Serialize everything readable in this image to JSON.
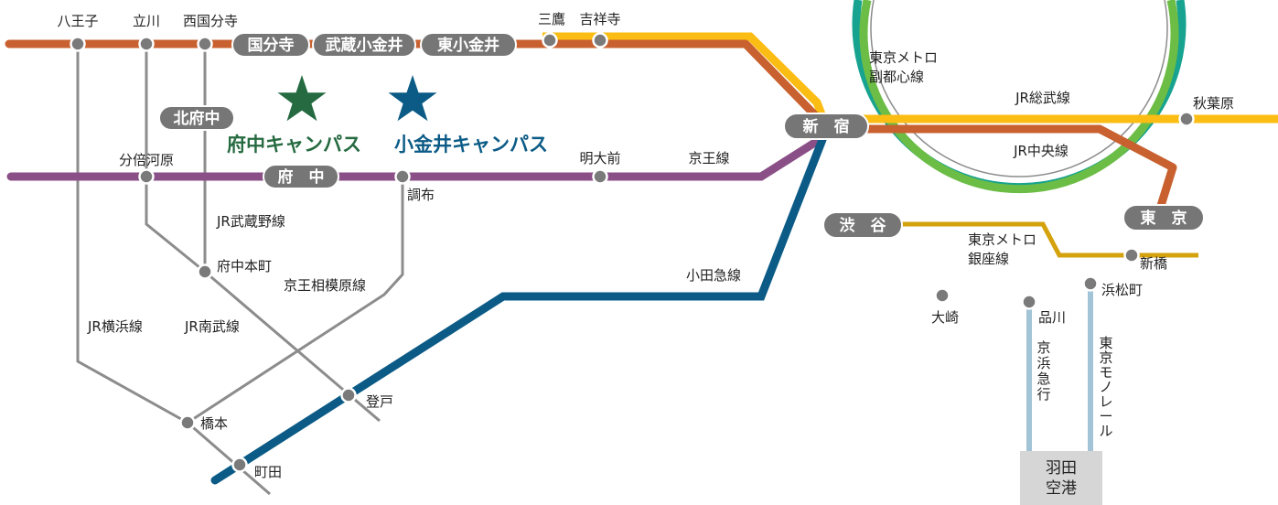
{
  "colors": {
    "chuo": "#c8612f",
    "sobu": "#fbbc13",
    "keio": "#8a4f87",
    "odakyu": "#0b5b86",
    "yamanote": "#6cbd45",
    "saikyo": "#17a38f",
    "ginza": "#d4a20c",
    "gray_line": "#8c8c8c",
    "monorail": "#a2c4d6",
    "fuchu_star": "#256a40",
    "koganei_star": "#0b5b86",
    "pill": "#767676",
    "airport_box": "#d6d6d6"
  },
  "stations": {
    "hachioji": "八王子",
    "tachikawa": "立川",
    "nishikokubunji": "西国分寺",
    "kokubunji": "国分寺",
    "musashikoganei": "武蔵小金井",
    "higashikoganei": "東小金井",
    "mitaka": "三鷹",
    "kichijoji": "吉祥寺",
    "kitafuchu": "北府中",
    "bubaigawara": "分倍河原",
    "fuchu": "府　中",
    "chofu": "調布",
    "meidaimae": "明大前",
    "fuchuhonmachi": "府中本町",
    "hashimoto": "橋本",
    "noborito": "登戸",
    "machida": "町田",
    "shinjuku": "新　宿",
    "shibuya": "渋　谷",
    "tokyo": "東　京",
    "akihabara": "秋葉原",
    "shinbashi": "新橋",
    "hamamatsucho": "浜松町",
    "shinagawa": "品川",
    "osaki": "大崎"
  },
  "lines": {
    "keio": "京王線",
    "jr_musashino": "JR武蔵野線",
    "keio_sagamihara": "京王相模原線",
    "jr_yokohama": "JR横浜線",
    "jr_nambu": "JR南武線",
    "odakyu": "小田急線",
    "jr_sobu": "JR総武線",
    "jr_chuo": "JR中央線",
    "metro_fukutoshin": "東京メトロ\n副都心線",
    "metro_ginza": "東京メトロ\n銀座線",
    "keikyu": "京浜急行",
    "tokyo_monorail": "東京モノレール"
  },
  "campuses": {
    "fuchu": "府中キャンパス",
    "koganei": "小金井キャンパス"
  },
  "airport": "羽田\n空港"
}
